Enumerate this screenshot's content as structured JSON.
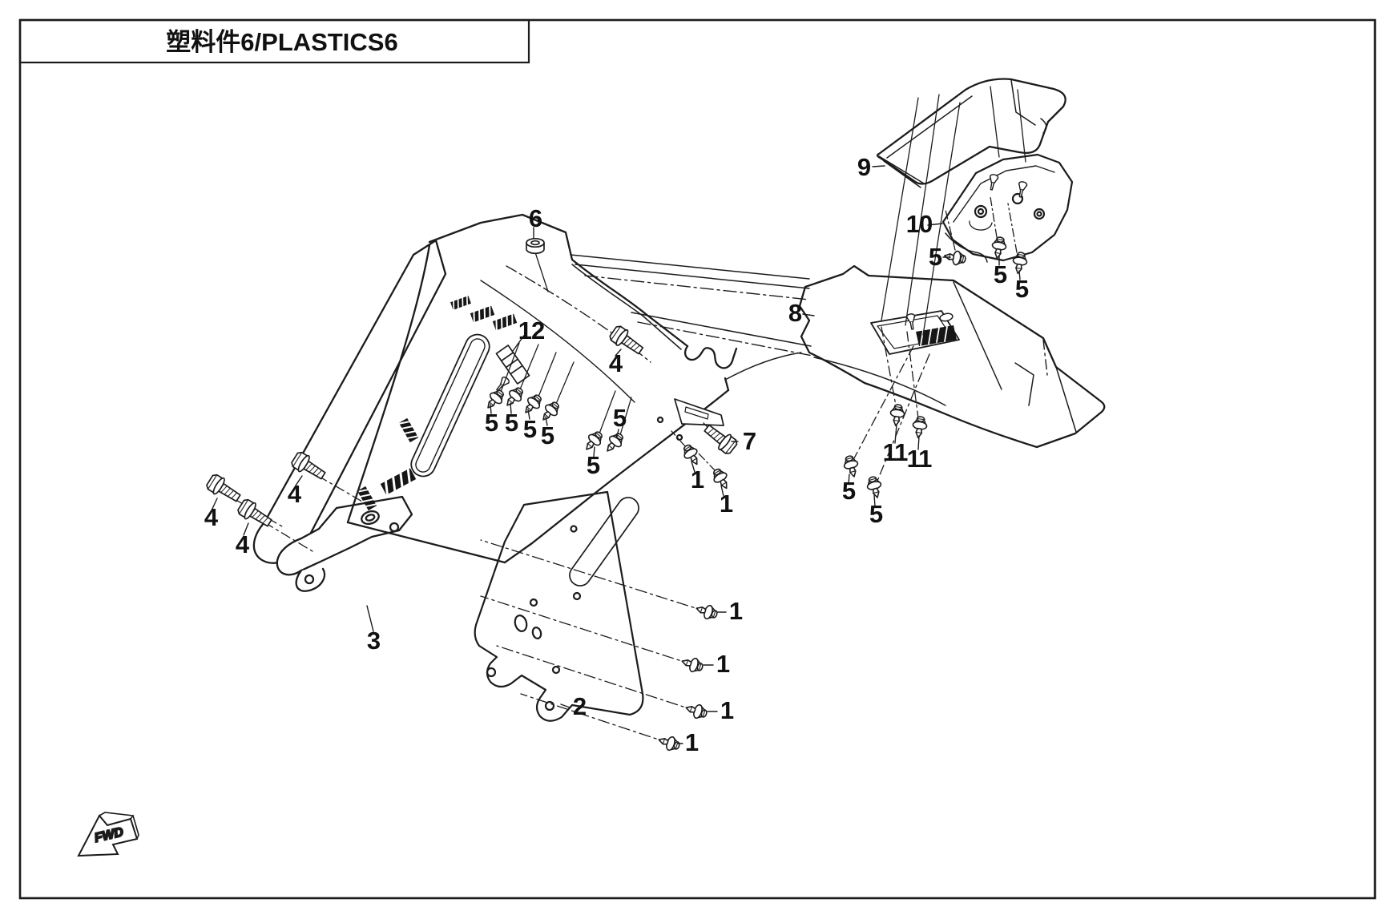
{
  "page": {
    "title": "塑料件6/PLASTICS6",
    "fwd_label": "FWD",
    "background_color": "#ffffff",
    "line_color": "#1c1c1c"
  },
  "diagram": {
    "type": "exploded-parts-diagram",
    "callouts": [
      {
        "label": "6"
      },
      {
        "label": "12"
      },
      {
        "label": "4"
      },
      {
        "label": "4"
      },
      {
        "label": "4"
      },
      {
        "label": "4"
      },
      {
        "label": "3"
      },
      {
        "label": "2"
      },
      {
        "label": "1"
      },
      {
        "label": "1"
      },
      {
        "label": "1"
      },
      {
        "label": "1"
      },
      {
        "label": "1"
      },
      {
        "label": "1"
      },
      {
        "label": "5"
      },
      {
        "label": "5"
      },
      {
        "label": "5"
      },
      {
        "label": "5"
      },
      {
        "label": "5"
      },
      {
        "label": "5"
      },
      {
        "label": "5"
      },
      {
        "label": "5"
      },
      {
        "label": "5"
      },
      {
        "label": "5"
      },
      {
        "label": "5"
      },
      {
        "label": "11"
      },
      {
        "label": "11"
      },
      {
        "label": "7"
      },
      {
        "label": "8"
      },
      {
        "label": "9"
      },
      {
        "label": "10"
      }
    ]
  }
}
